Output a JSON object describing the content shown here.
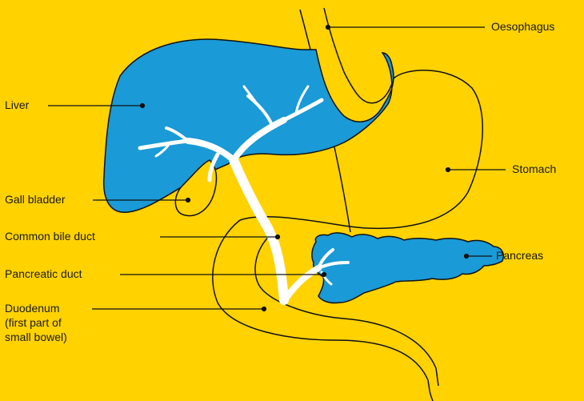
{
  "colors": {
    "background": "#FFD200",
    "organ_fill": "#1A9AD6",
    "outline": "#111111",
    "duct": "#FFFFFF"
  },
  "labels": {
    "oesophagus": "Oesophagus",
    "liver": "Liver",
    "stomach": "Stomach",
    "gall_bladder": "Gall bladder",
    "common_bile_duct": "Common bile duct",
    "pancreas": "Pancreas",
    "pancreatic_duct": "Pancreatic duct",
    "duodenum_line1": "Duodenum",
    "duodenum_line2": "(first part of",
    "duodenum_line3": "small bowel)"
  }
}
